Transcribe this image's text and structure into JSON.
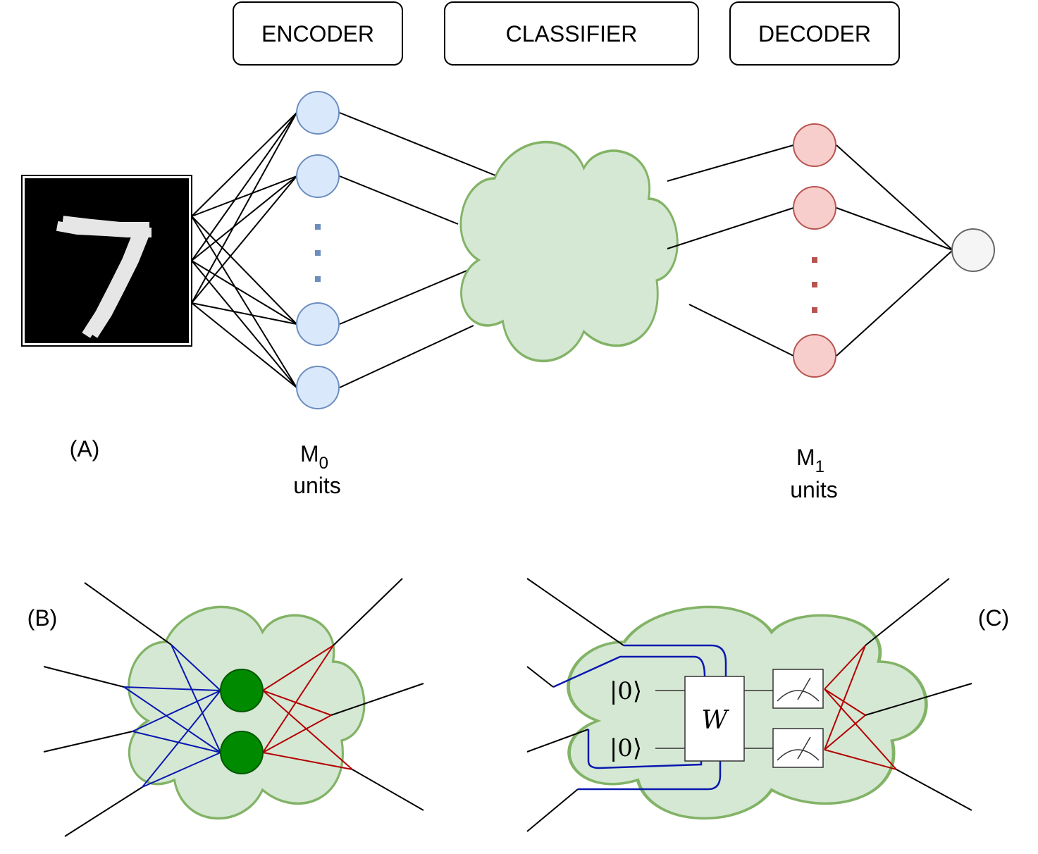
{
  "headers": {
    "encoder": "ENCODER",
    "classifier": "CLASSIFIER",
    "decoder": "DECODER"
  },
  "panel_labels": {
    "a": "(A)",
    "b": "(B)",
    "c": "(C)"
  },
  "encoder_layer": {
    "m_letter": "M",
    "m_subscript": "0",
    "units_word": "units",
    "node_color": "#dae8fc",
    "node_stroke": "#6c8ebf"
  },
  "decoder_layer": {
    "m_letter": "M",
    "m_subscript": "1",
    "units_word": "units",
    "node_color": "#f8cecc",
    "node_stroke": "#b85450"
  },
  "output_node_color": "#f5f5f5",
  "cloud_color": "#d5e8d4",
  "quantum_circuit": {
    "ket_top": "|0⟩",
    "ket_bottom": "|0⟩",
    "gate_label": "W"
  },
  "input_image": "mnist-digit-7"
}
